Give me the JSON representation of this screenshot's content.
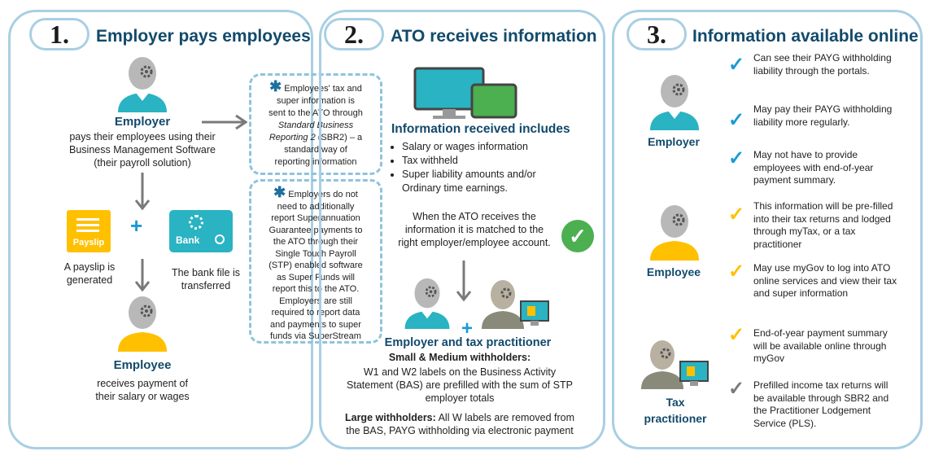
{
  "colors": {
    "teal": "#2ab3c2",
    "orange": "#ffc000",
    "green": "#4caf50",
    "blue": "#1a9ad6",
    "grey": "#7a7a7a",
    "border": "#a9cfe3"
  },
  "panel1": {
    "number": "1.",
    "title": "Employer pays employees",
    "employer_label": "Employer",
    "employer_desc": [
      "pays their employees using their",
      "Business Management Software",
      "(their payroll solution)"
    ],
    "payslip_icon_text": "Payslip",
    "bank_icon_text": "Bank",
    "plus": "+",
    "payslip_desc": [
      "A payslip  is",
      "generated"
    ],
    "bank_desc": [
      "The bank file is",
      "transferred"
    ],
    "employee_label": "Employee",
    "employee_desc": [
      "receives payment of",
      "their salary or wages"
    ]
  },
  "notes": {
    "star": "✱",
    "note1_lines": [
      "Employees' tax and",
      "super information is",
      "sent to the ATO through"
    ],
    "note1_italic": [
      "Standard Business",
      "Reporting 2"
    ],
    "note1_after_italic": " (SBR2) – a",
    "note1_tail": [
      "standard way of",
      "reporting information"
    ],
    "note2_lines": [
      "Employers do not",
      "need to additionally",
      "report Superannuation",
      "Guarantee payments to",
      "the ATO through their",
      "Single Touch Payroll",
      "(STP) enabled software",
      "as Super Funds will",
      "report this to the ATO.",
      "Employers are still",
      "required to report data",
      "and payments to super",
      "funds via SuperStream"
    ]
  },
  "panel2": {
    "number": "2.",
    "title": "ATO receives information",
    "info_heading": "Information received includes",
    "info_items": [
      "Salary or wages  information",
      "Tax withheld",
      "Super liability amounts and/or Ordinary time earnings."
    ],
    "match_text": [
      "When the ATO receives the",
      "information it is matched to the",
      "right employer/employee account."
    ],
    "plus": "+",
    "ep_heading": "Employer and tax practitioner",
    "small_heading": "Small & Medium withholders:",
    "small_text": [
      "W1 and W2 labels on the Business Activity",
      "Statement (BAS) are prefilled with the sum of STP",
      "employer totals"
    ],
    "large_heading": "Large withholders:",
    "large_text_1": " All W labels are removed from",
    "large_text_2": "the BAS, PAYG withholding via electronic payment"
  },
  "panel3": {
    "number": "3.",
    "title": "Information available online",
    "employer_label": "Employer",
    "employee_label": "Employee",
    "tax_label_1": "Tax",
    "tax_label_2": "practitioner",
    "check": "✓",
    "items": [
      {
        "text": "Can see their PAYG withholding liability through the portals.",
        "color": "#1a9ad6"
      },
      {
        "text": "May pay their PAYG withholding liability more regularly.",
        "color": "#1a9ad6"
      },
      {
        "text": "May not have to provide employees with end-of-year payment summary.",
        "color": "#1a9ad6"
      },
      {
        "text": "This information will be pre-filled into their tax returns and lodged through myTax, or a tax practitioner",
        "color": "#ffc000"
      },
      {
        "text": "May use myGov to log into ATO online services and view their tax and super information",
        "color": "#ffc000"
      },
      {
        "text": "End-of-year payment summary will be available online through myGov",
        "color": "#ffc000"
      },
      {
        "text": "Prefilled income tax returns will be available through SBR2 and the Practitioner Lodgement Service (PLS).",
        "color": "#7a7a7a"
      }
    ]
  }
}
